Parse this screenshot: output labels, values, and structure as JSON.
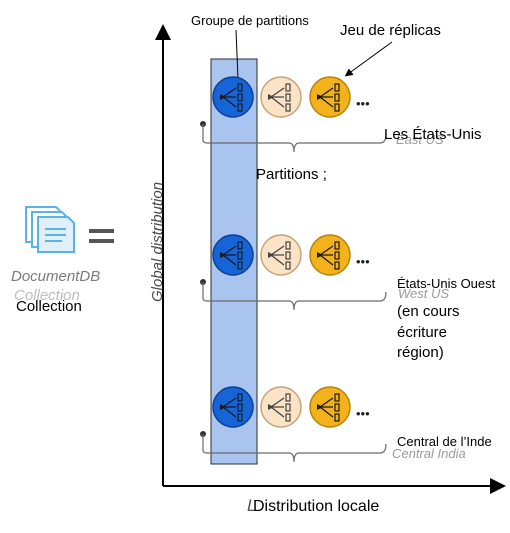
{
  "labels": {
    "partition_group": "Groupe de partitions",
    "replica_set": "Jeu de réplicas",
    "partitions": "Partitions ;",
    "global_axis": "Global distribution",
    "local_axis_prefix": "L",
    "local_axis": "Distribution locale",
    "collection_ghost_1": "DocumentDB",
    "collection_ghost_2": "Collection",
    "collection": "Collection",
    "equals": "="
  },
  "regions": [
    {
      "ghost": "East US",
      "lines": [
        "Les États-Unis"
      ]
    },
    {
      "ghost": "West US",
      "lines": [
        "États-Unis Ouest",
        "(en cours",
        "écriture",
        "région)"
      ]
    },
    {
      "ghost": "Central India",
      "lines": [
        "Central de l’Inde"
      ]
    }
  ],
  "ellipsis": "•••",
  "colors": {
    "axis": "#000000",
    "group_band": "#a9c4ef",
    "group_band_border": "#2d2d2d",
    "partition_primary": "#1565d8",
    "partition_secondary": "#fbe3c8",
    "partition_tertiary": "#f3b21c",
    "brace": "#6b6b6b",
    "collection_icon": "#5ab3e6",
    "global_label": "#4a4a4a"
  },
  "icons": [
    "document-stack-icon",
    "replica-node-icon"
  ]
}
